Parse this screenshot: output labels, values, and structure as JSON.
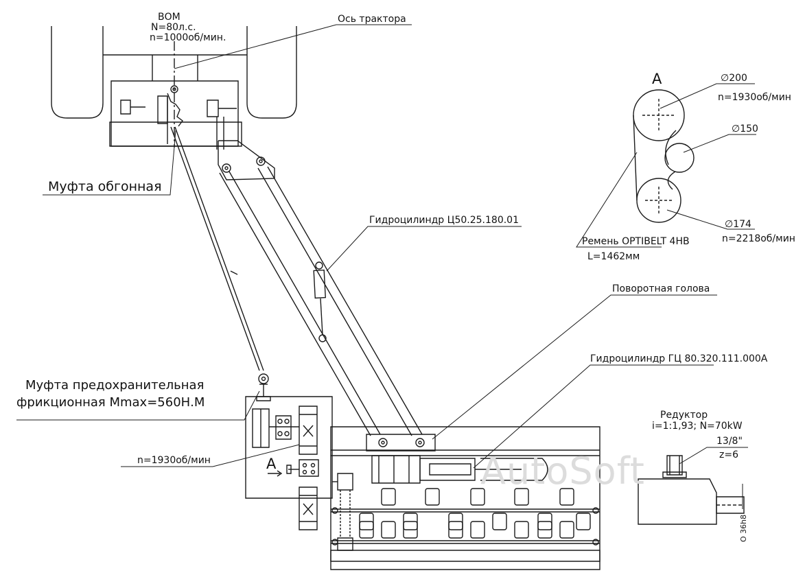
{
  "labels": {
    "pto_title": "ВОМ",
    "pto_power": "N=80л.с.",
    "pto_speed": "n=1000об/мин.",
    "tractor_axis": "Ось трактора",
    "overrun_clutch": "Муфта обгонная",
    "cylinder_small": "Гидроцилиндр Ц50.25.180.01",
    "swivel_head": "Поворотная голова",
    "cylinder_large": "Гидроцилиндр  ГЦ 80.320.111.000А",
    "safety_clutch_line1": "Муфта предохранительная",
    "safety_clutch_line2": "фрикционная Mmax=560Н.М",
    "input_speed": "n=1930об/мин",
    "section_a": "A",
    "view_a": "A",
    "gearbox_title": "Редуктор",
    "gearbox_spec": "i=1:1,93; N=70kW",
    "spline_size": "13/8\"",
    "spline_teeth": "z=6",
    "shaft_dia": "O 36h8"
  },
  "belt_drive": {
    "pulley_top_dia": "∅200",
    "pulley_top_speed": "n=1930об/мин",
    "pulley_mid_dia": "∅150",
    "pulley_bottom_dia": "∅174",
    "pulley_bottom_speed": "n=2218об/мин",
    "belt_name": "Ремень OPTIBELT 4HB",
    "belt_length": "L=1462мм"
  },
  "watermark": "AutoSoft"
}
